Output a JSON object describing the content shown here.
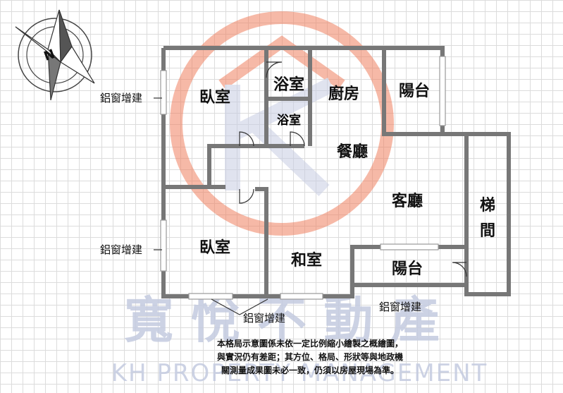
{
  "compass": {
    "label": "N"
  },
  "rooms": {
    "bedroom_top": "臥室",
    "bath_top": "浴室",
    "bath_mid": "浴室",
    "kitchen": "廚房",
    "balcony_top": "陽台",
    "dining": "餐廳",
    "living": "客廳",
    "stairs_1": "梯",
    "stairs_2": "間",
    "bedroom_bottom": "臥室",
    "japanese_room": "和室",
    "balcony_bottom": "陽台"
  },
  "annotations": {
    "window_left_top": "鋁窗增建",
    "window_left_bottom": "鋁窗增建",
    "window_bottom_center": "鋁窗增建",
    "window_bottom_right": "鋁窗增建"
  },
  "watermark": {
    "chinese": "寬 悅 不 動 產",
    "english": "KH PROPERTY MANAGEMENT"
  },
  "disclaimer": [
    "本格局示意圖係未依一定比例縮小繪製之概繪圖，",
    "與實況仍有差距；其方位、格局、形狀等與地政機",
    "關測量成果圖未必一致，仍須以房屋現場為準。"
  ],
  "colors": {
    "wall": "#777777",
    "watermark_logo": "#f08060",
    "watermark_text": "#c4cbe0"
  }
}
